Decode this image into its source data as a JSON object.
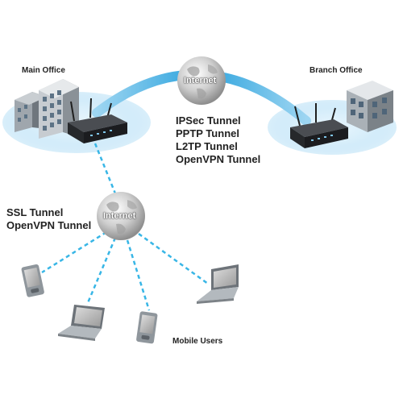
{
  "diagram": {
    "nodes": {
      "main_office": "Main Office",
      "branch_office": "Branch Office",
      "internet_top": "Internet",
      "internet_mid": "Internet",
      "mobile_users": "Mobile Users"
    },
    "site_to_site_tunnels": [
      "IPSec Tunnel",
      "PPTP Tunnel",
      "L2TP Tunnel",
      "OpenVPN Tunnel"
    ],
    "remote_tunnels": [
      "SSL Tunnel",
      "OpenVPN Tunnel"
    ]
  },
  "colors": {
    "tunnel_arc": "#2aa7df",
    "dashed_link": "#38b6e6",
    "glow_ellipse": "#d9eefb",
    "router_body": "#2b2d30",
    "globe": "#c8c8c8"
  },
  "icons": [
    "building-icon",
    "router-icon",
    "globe-icon",
    "laptop-icon",
    "pda-icon"
  ]
}
